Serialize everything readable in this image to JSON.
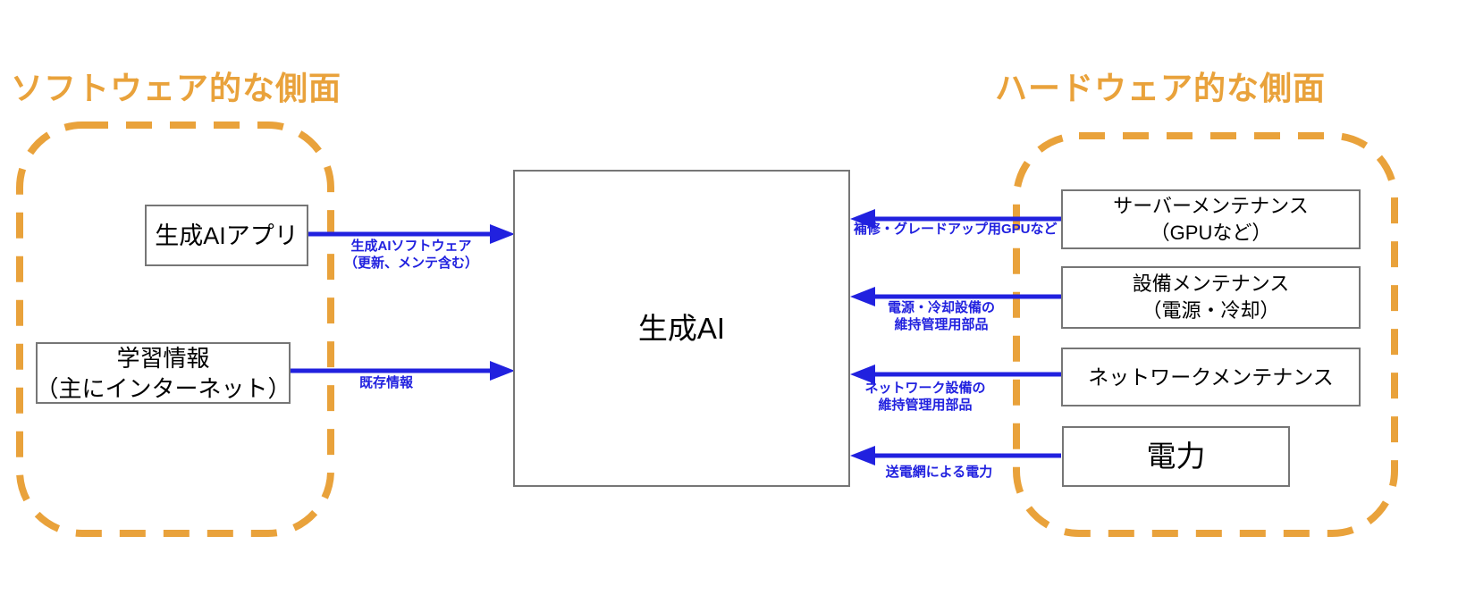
{
  "colors": {
    "orange": "#E9A23B",
    "blue": "#2121DF",
    "border": "#767676",
    "background": "#FFFFFF",
    "text": "#000000"
  },
  "software_section": {
    "heading": "ソフトウェア的な側面",
    "app_box": {
      "label": "生成AIアプリ"
    },
    "learning_box": {
      "line1": "学習情報",
      "line2": "（主にインターネット）"
    },
    "arrows": {
      "software": {
        "line1": "生成AIソフトウェア",
        "line2": "（更新、メンテ含む）",
        "direction": "into-genai"
      },
      "existing_info": {
        "line1": "既存情報",
        "direction": "into-genai"
      }
    }
  },
  "central_box": {
    "label": "生成AI"
  },
  "hardware_section": {
    "heading": "ハードウェア的な側面",
    "server_box": {
      "line1": "サーバーメンテナンス",
      "line2": "（GPUなど）"
    },
    "equipment_box": {
      "line1": "設備メンテナンス",
      "line2": "（電源・冷却）"
    },
    "network_box": {
      "line1": "ネットワークメンテナンス"
    },
    "power_box": {
      "line1": "電力"
    },
    "arrows": {
      "gpu": {
        "line1": "補修・グレードアップ用GPUなど",
        "direction": "into-genai"
      },
      "power_cooling": {
        "line1": "電源・冷却設備の",
        "line2": "維持管理用部品",
        "direction": "into-genai"
      },
      "network": {
        "line1": "ネットワーク設備の",
        "line2": "維持管理用部品",
        "direction": "into-genai"
      },
      "power": {
        "line1": "送電網による電力",
        "direction": "into-genai"
      }
    }
  }
}
